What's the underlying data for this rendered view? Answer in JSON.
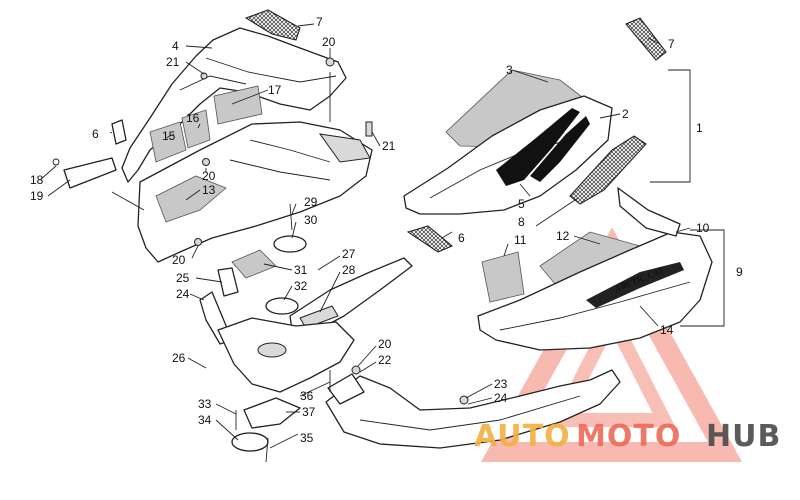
{
  "callouts": [
    {
      "id": "c1",
      "text": "1"
    },
    {
      "id": "c2",
      "text": "2"
    },
    {
      "id": "c3",
      "text": "3"
    },
    {
      "id": "c4",
      "text": "4"
    },
    {
      "id": "c5",
      "text": "5"
    },
    {
      "id": "c6a",
      "text": "6"
    },
    {
      "id": "c6b",
      "text": "6"
    },
    {
      "id": "c7a",
      "text": "7"
    },
    {
      "id": "c7b",
      "text": "7"
    },
    {
      "id": "c8",
      "text": "8"
    },
    {
      "id": "c9",
      "text": "9"
    },
    {
      "id": "c10",
      "text": "10"
    },
    {
      "id": "c11",
      "text": "11"
    },
    {
      "id": "c12",
      "text": "12"
    },
    {
      "id": "c13",
      "text": "13"
    },
    {
      "id": "c14",
      "text": "14"
    },
    {
      "id": "c15",
      "text": "15"
    },
    {
      "id": "c16",
      "text": "16"
    },
    {
      "id": "c17",
      "text": "17"
    },
    {
      "id": "c18",
      "text": "18"
    },
    {
      "id": "c19",
      "text": "19"
    },
    {
      "id": "c20a",
      "text": "20"
    },
    {
      "id": "c20b",
      "text": "20"
    },
    {
      "id": "c20c",
      "text": "20"
    },
    {
      "id": "c20d",
      "text": "20"
    },
    {
      "id": "c21a",
      "text": "21"
    },
    {
      "id": "c21b",
      "text": "21"
    },
    {
      "id": "c22",
      "text": "22"
    },
    {
      "id": "c23",
      "text": "23"
    },
    {
      "id": "c24a",
      "text": "24"
    },
    {
      "id": "c24b",
      "text": "24"
    },
    {
      "id": "c25",
      "text": "25"
    },
    {
      "id": "c26",
      "text": "26"
    },
    {
      "id": "c27",
      "text": "27"
    },
    {
      "id": "c28",
      "text": "28"
    },
    {
      "id": "c29",
      "text": "29"
    },
    {
      "id": "c30",
      "text": "30"
    },
    {
      "id": "c31",
      "text": "31"
    },
    {
      "id": "c32",
      "text": "32"
    },
    {
      "id": "c33",
      "text": "33"
    },
    {
      "id": "c34",
      "text": "34"
    },
    {
      "id": "c35",
      "text": "35"
    },
    {
      "id": "c36",
      "text": "36"
    },
    {
      "id": "c37",
      "text": "37"
    }
  ],
  "decal_text": "ARCTIC CAT",
  "watermark": {
    "part1": "AUTO",
    "part2": "MOTO",
    "part3": "HUB",
    "colors": {
      "auto": "#f5b042",
      "moto": "#ef6a57",
      "hub": "#4a4a4a",
      "triangle": "#ef6a57"
    }
  }
}
